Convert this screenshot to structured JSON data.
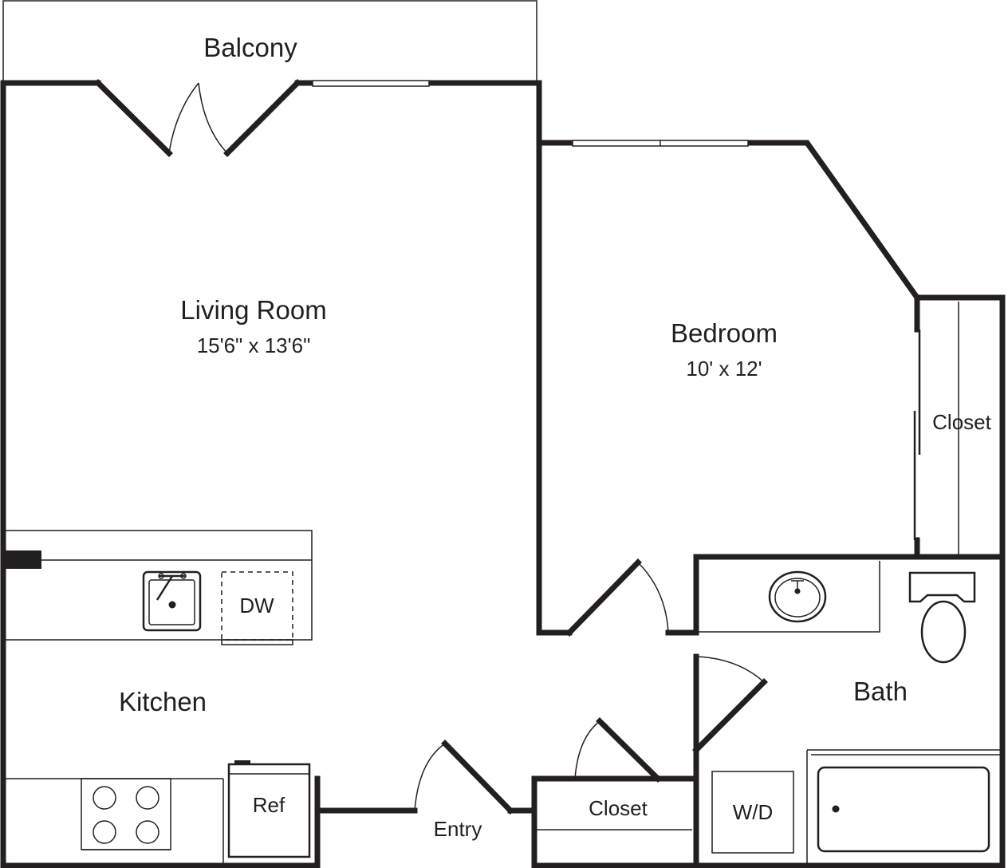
{
  "rooms": {
    "balcony": {
      "label": "Balcony"
    },
    "living_room": {
      "label": "Living Room",
      "dimensions": "15'6\" x 13'6\""
    },
    "bedroom": {
      "label": "Bedroom",
      "dimensions": "10' x 12'"
    },
    "bedroom_closet": {
      "label": "Closet"
    },
    "kitchen": {
      "label": "Kitchen"
    },
    "bath": {
      "label": "Bath"
    },
    "entry": {
      "label": "Entry"
    },
    "entry_closet": {
      "label": "Closet"
    }
  },
  "fixtures": {
    "dishwasher": "DW",
    "refrigerator": "Ref",
    "washer_dryer": "W/D"
  },
  "colors": {
    "line": "#231f20",
    "background": "#ffffff"
  }
}
